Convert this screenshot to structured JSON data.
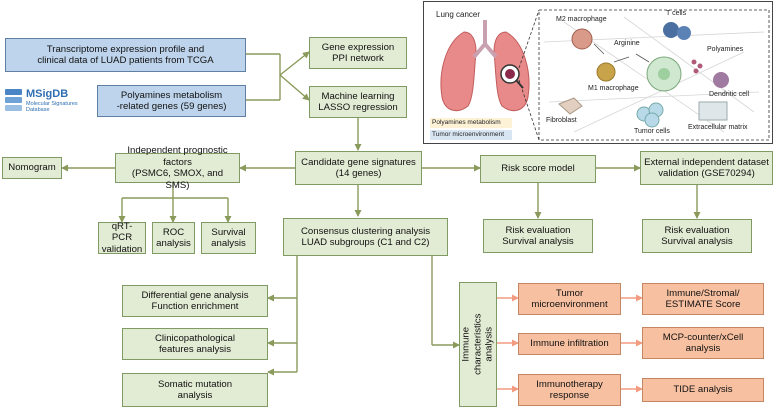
{
  "data_sources": {
    "tcga": "Transcriptome expression profile and\nclinical data of LUAD patients from TCGA",
    "polyamines": "Polyamines metabolism\n-related genes (59 genes)",
    "msigdb_logo": "MSigDB",
    "msigdb_sub": "Molecular Signatures\nDatabase"
  },
  "analysis": {
    "gene_expression": "Gene expression\nPPI network",
    "machine_learning": "Machine learning\nLASSO regression",
    "candidate": "Candidate gene signatures\n(14 genes)",
    "independent_factors": "Independent prognostic factors\n(PSMC6, SMOX, and SMS)",
    "nomogram": "Nomogram",
    "qrtpcr": "qRT-PCR\nvalidation",
    "roc": "ROC\nanalysis",
    "survival": "Survival\nanalysis",
    "risk_score": "Risk score model",
    "external": "External independent dataset\nvalidation (GSE70294)",
    "risk_eval_1": "Risk evaluation\nSurvival analysis",
    "risk_eval_2": "Risk evaluation\nSurvival analysis",
    "consensus": "Consensus clustering analysis\nLUAD subgroups (C1 and C2)",
    "diff_gene": "Differential gene analysis\nFunction enrichment",
    "clinico": "Clinicopathological\nfeatures analysis",
    "somatic": "Somatic mutation\nanalysis",
    "immune_char": "Immune characteristics\nanalysis",
    "tumor_micro": "Tumor\nmicroenvironment",
    "immune_score": "Immune/Stromal/\nESTIMATE Score",
    "immune_infil": "Immune infiltration",
    "mcp": "MCP-counter/xCell\nanalysis",
    "immunotherapy": "Immunotherapy\nresponse",
    "tide": "TIDE analysis"
  },
  "illustration": {
    "lung_cancer": "Lung cancer",
    "polyamines_metabolism": "Polyamines metabolism",
    "tumor_microenvironment": "Tumor microenvironment",
    "m2_macrophage": "M2 macrophage",
    "t_cells": "T cells",
    "arginine": "Arginine",
    "polyamines": "Polyamines",
    "m1_macrophage": "M1 macrophage",
    "dendritic_cell": "Dendritic cell",
    "fibroblast": "Fibroblast",
    "tumor_cells": "Tumor cells",
    "extracellular_matrix": "Extracellular matrix"
  },
  "colors": {
    "green_box": "#e2ecd4",
    "blue_box": "#bed4ec",
    "orange_box": "#f7c0a1",
    "arrow_olive": "#8a9a5b",
    "arrow_salmon": "#f29b80"
  }
}
